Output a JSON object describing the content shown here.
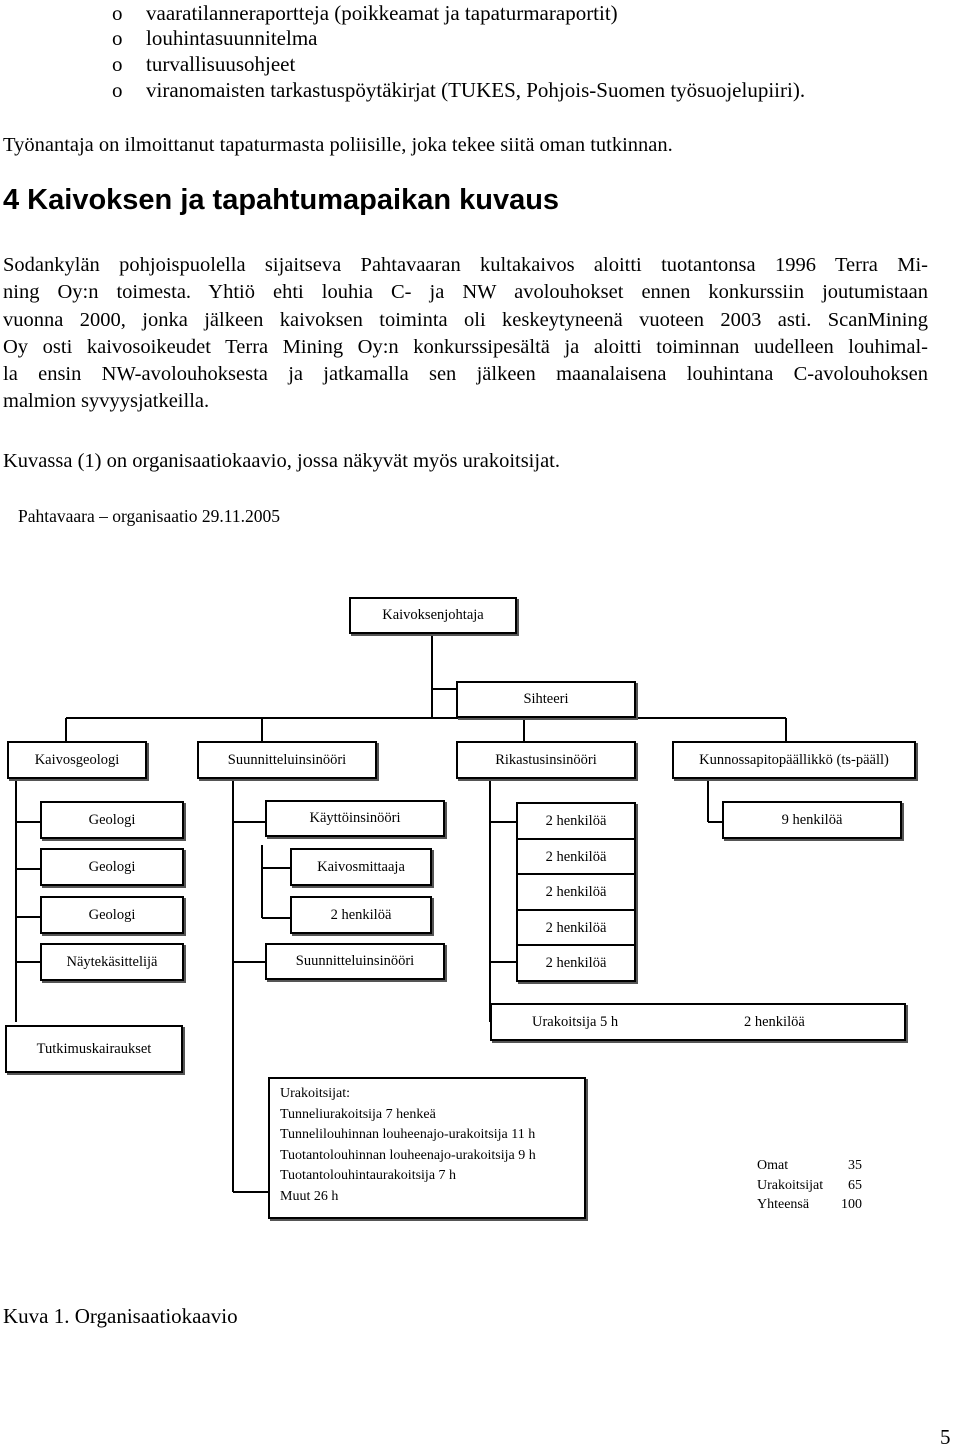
{
  "bullets": [
    "vaaratilanneraportteja (poikkeamat ja tapaturmaraportit)",
    "louhintasuunnitelma",
    "turvallisuusohjeet",
    "viranomaisten tarkastuspöytäkirjat (TUKES, Pohjois-Suomen työsuojelupiiri)."
  ],
  "bullet_marker": "o",
  "para_police": "Työnantaja on ilmoittanut tapaturmasta poliisille, joka tekee siitä oman tutkinnan.",
  "section_heading": "4 Kaivoksen ja tapahtumapaikan kuvaus",
  "para_main_lines": [
    "Sodankylän pohjoispuolella sijaitseva Pahtavaaran kultakaivos aloitti tuotantonsa 1996 Terra Mi-",
    "ning Oy:n toimesta. Yhtiö ehti louhia C- ja NW avolouhokset ennen konkurssiin joutumistaan",
    "vuonna 2000, jonka jälkeen kaivoksen toiminta oli keskeytyneenä vuoteen 2003 asti. ScanMining",
    "Oy osti kaivosoikeudet Terra Mining Oy:n konkurssipesältä ja aloitti toiminnan uudelleen louhimal-",
    "la ensin NW-avolouhoksesta ja jatkamalla sen jälkeen maanalaisena louhintana C-avolouhoksen",
    "malmion syvyysjatkeilla."
  ],
  "para_figure_ref": "Kuvassa (1) on organisaatiokaavio, jossa näkyvät myös urakoitsijat.",
  "org": {
    "title": "Pahtavaara – organisaatio 29.11.2005",
    "top": "Kaivoksenjohtaja",
    "secretary": "Sihteeri",
    "heads": [
      "Kaivosgeologi",
      "Suunnitteluinsinööri",
      "Rikastusinsinööri",
      "Kunnossapitopäällikkö (ts-pääll)"
    ],
    "geology": [
      "Geologi",
      "Geologi",
      "Geologi",
      "Näytekäsittelijä"
    ],
    "geology_extra": "Tutkimuskairaukset",
    "planning": [
      "Käyttöinsinööri",
      "Kaivosmittaaja",
      "2 henkilöä",
      "Suunnitteluinsinööri"
    ],
    "processing": [
      "2 henkilöä",
      "2 henkilöä",
      "2 henkilöä",
      "2 henkilöä",
      "2 henkilöä"
    ],
    "maintenance": "9 henkilöä",
    "contractor_box": [
      "Urakoitsija 5 h",
      "2 henkilöä"
    ],
    "contractors": [
      "Urakoitsijat:",
      "Tunneliurakoitsija 7 henkeä",
      "Tunnelilouhinnan louheenajo-urakoitsija 11 h",
      "Tuotantolouhinnan louheenajo-urakoitsija 9 h",
      "Tuotantolouhintaurakoitsija 7 h",
      "Muut 26 h"
    ],
    "totals": [
      {
        "label": "Omat",
        "value": "35"
      },
      {
        "label": "Urakoitsijat",
        "value": "65"
      },
      {
        "label": "Yhteensä",
        "value": "100"
      }
    ]
  },
  "caption": "Kuva 1. Organisaatiokaavio",
  "page_number": "5"
}
